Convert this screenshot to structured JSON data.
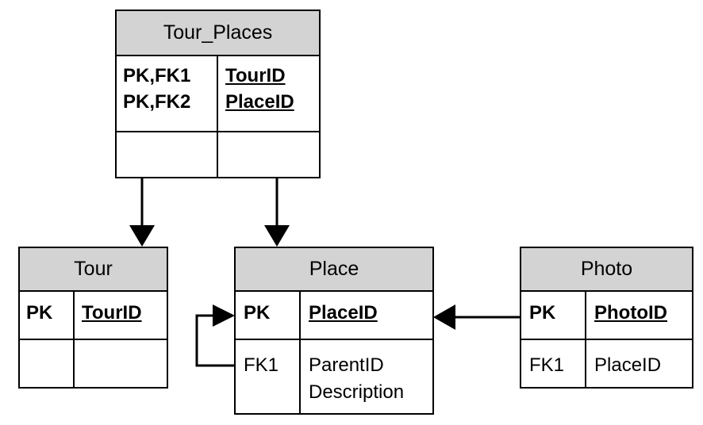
{
  "entities": {
    "tour_places": {
      "name": "Tour_Places",
      "keys": [
        "PK,FK1",
        "PK,FK2"
      ],
      "fields": [
        "TourID",
        "PlaceID"
      ]
    },
    "tour": {
      "name": "Tour",
      "keys": [
        "PK"
      ],
      "fields": [
        "TourID"
      ]
    },
    "place": {
      "name": "Place",
      "keys": [
        "PK",
        "FK1"
      ],
      "fields": [
        "PlaceID",
        "ParentID",
        "Description"
      ]
    },
    "photo": {
      "name": "Photo",
      "keys": [
        "PK",
        "FK1"
      ],
      "fields": [
        "PhotoID",
        "PlaceID"
      ]
    }
  },
  "colors": {
    "header": "#d3d3d3",
    "line": "#000000",
    "background": "#ffffff"
  }
}
